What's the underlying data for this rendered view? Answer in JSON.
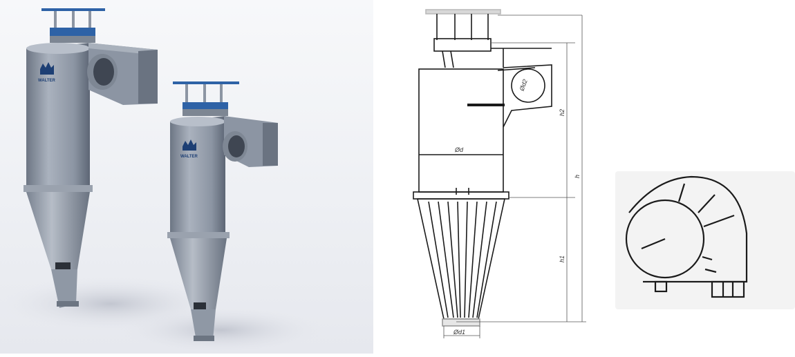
{
  "render": {
    "brand_logo_text": "WALTER"
  },
  "drawing": {
    "dimensions": {
      "outlet_diameter": "Ød2",
      "body_diameter": "Ød",
      "bottom_diameter": "Ød1",
      "upper_height": "h2",
      "total_height": "h",
      "cone_height": "h1"
    }
  },
  "colors": {
    "cyclone_body": "#8c95a3",
    "cyclone_shadow": "#5d6675",
    "cap_blue": "#2e62a6",
    "line": "#1a1a1a"
  }
}
